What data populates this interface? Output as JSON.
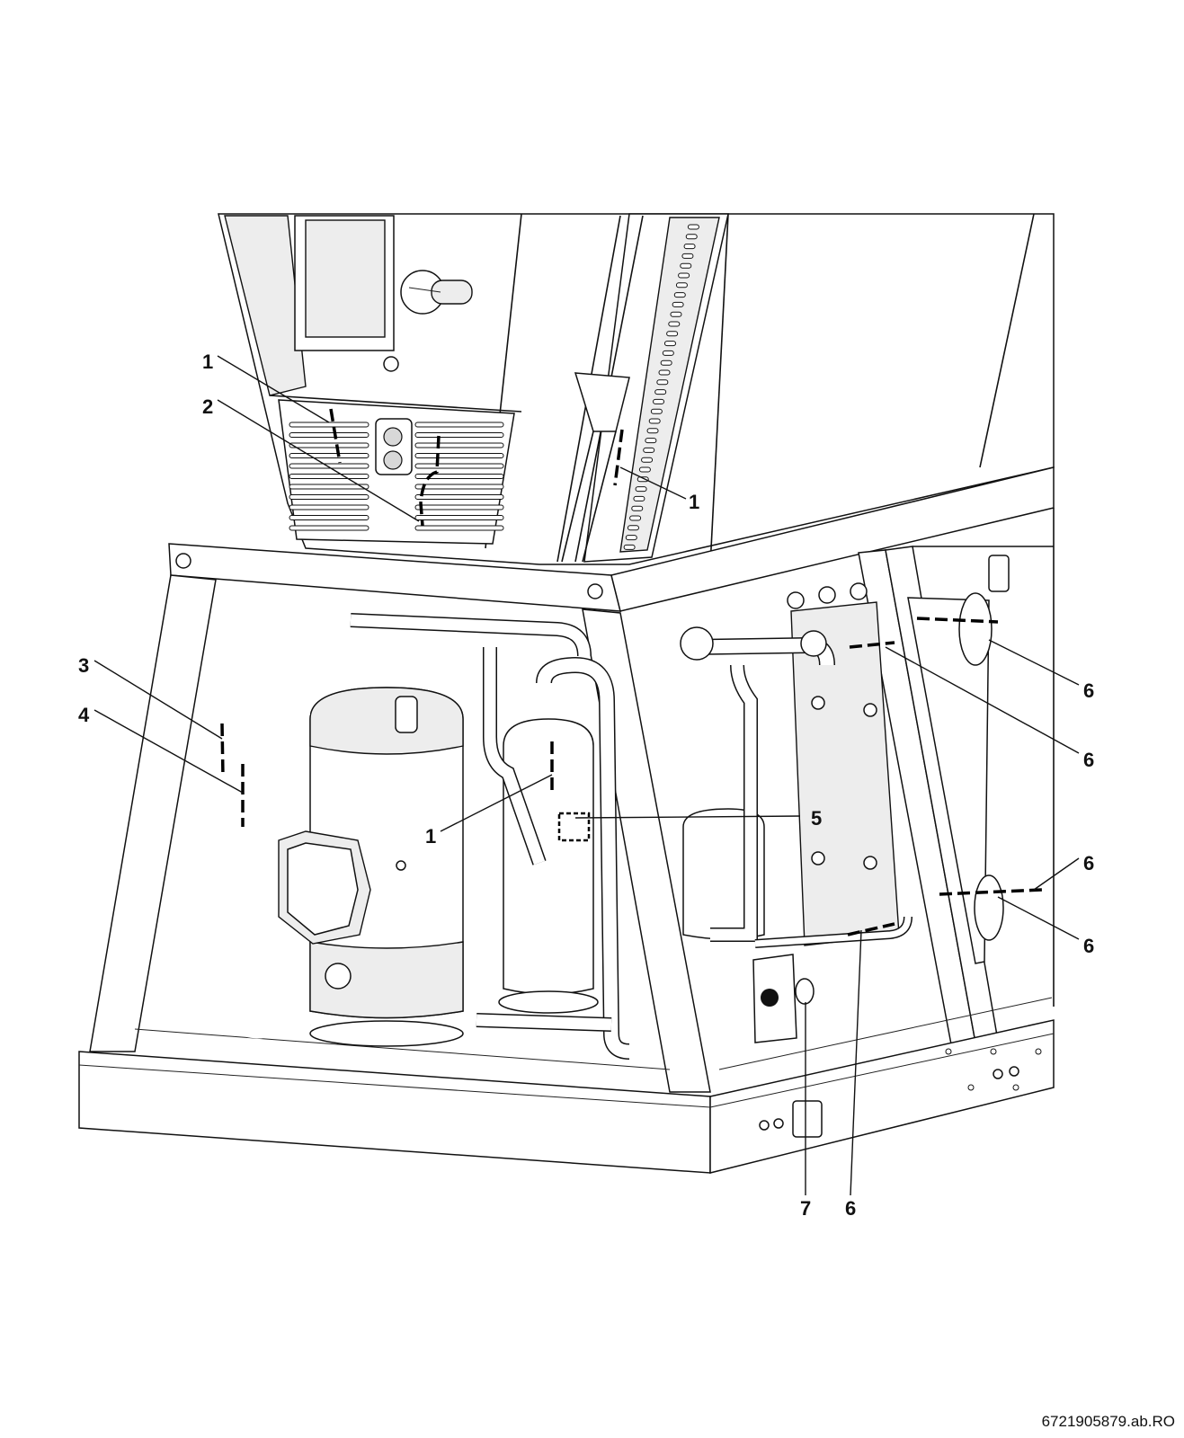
{
  "figure": {
    "document_id": "6721905879.ab.RO"
  },
  "callouts": [
    {
      "key": "c1a",
      "label": "1"
    },
    {
      "key": "c2",
      "label": "2"
    },
    {
      "key": "c1b",
      "label": "1"
    },
    {
      "key": "c3",
      "label": "3"
    },
    {
      "key": "c4",
      "label": "4"
    },
    {
      "key": "c1c",
      "label": "1"
    },
    {
      "key": "c5",
      "label": "5"
    },
    {
      "key": "c6a",
      "label": "6"
    },
    {
      "key": "c6b",
      "label": "6"
    },
    {
      "key": "c6c",
      "label": "6"
    },
    {
      "key": "c6d",
      "label": "6"
    },
    {
      "key": "c7",
      "label": "7"
    },
    {
      "key": "c6e",
      "label": "6"
    }
  ]
}
